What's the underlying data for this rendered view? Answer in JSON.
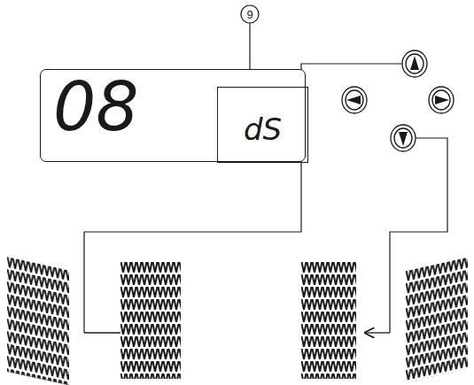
{
  "diagram": {
    "nodes": [
      {
        "text": [
          "08"
        ]
      },
      {
        "text": [
          "dS"
        ],
        "in": 0
      }
    ],
    "labels": [
      "9"
    ]
  }
}
